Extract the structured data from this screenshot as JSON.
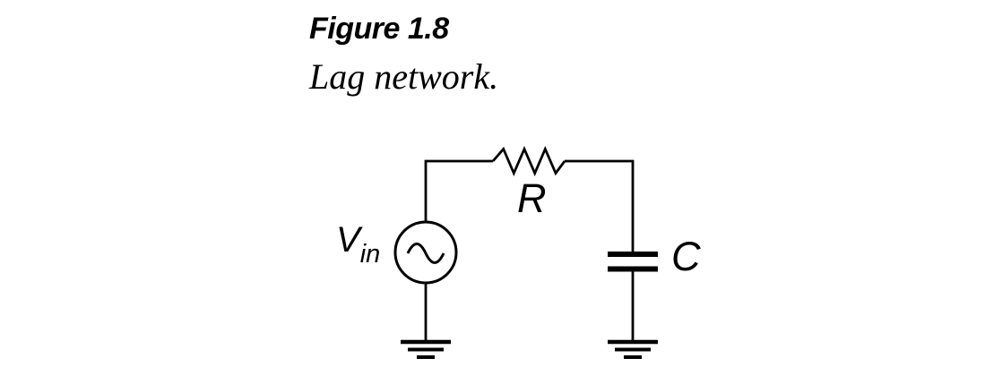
{
  "figure": {
    "label": "Figure 1.8",
    "caption": "Lag network."
  },
  "circuit": {
    "source_label": {
      "main": "V",
      "sub": "in"
    },
    "resistor_label": "R",
    "capacitor_label": "C",
    "components": [
      "ac-voltage-source",
      "resistor",
      "capacitor",
      "ground-left",
      "ground-right"
    ],
    "colors": {
      "line": "#000000",
      "text": "#000000",
      "background": "#ffffff"
    }
  }
}
